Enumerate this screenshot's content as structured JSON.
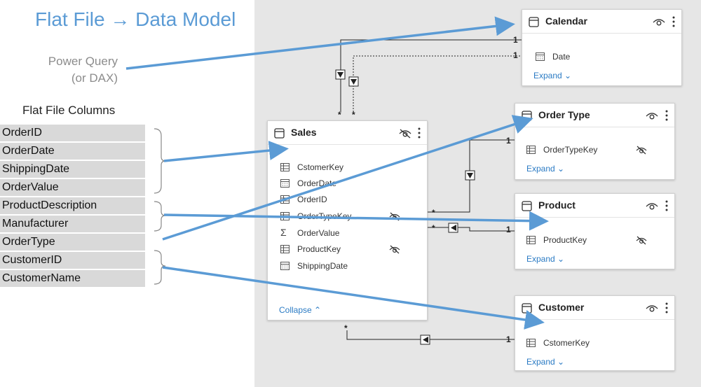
{
  "title": "Flat File → Data Model",
  "power_query": {
    "line1": "Power Query",
    "line2": "(or DAX)"
  },
  "flat_file": {
    "title": "Flat File Columns",
    "columns": [
      "OrderID",
      "OrderDate",
      "ShippingDate",
      "OrderValue",
      "ProductDescription",
      "Manufacturer",
      "OrderType",
      "CustomerID",
      "CustomerName"
    ]
  },
  "tables": {
    "calendar": {
      "name": "Calendar",
      "fields": [
        "Date"
      ],
      "toggle": "Expand"
    },
    "order_type": {
      "name": "Order Type",
      "fields": [
        "OrderTypeKey"
      ],
      "toggle": "Expand"
    },
    "product": {
      "name": "Product",
      "fields": [
        "ProductKey"
      ],
      "toggle": "Expand"
    },
    "customer": {
      "name": "Customer",
      "fields": [
        "CstomerKey"
      ],
      "toggle": "Expand"
    },
    "sales": {
      "name": "Sales",
      "fields": [
        "CstomerKey",
        "OrderDate",
        "OrderID",
        "OrderTypeKey",
        "OrderValue",
        "ProductKey",
        "ShippingDate"
      ],
      "toggle": "Collapse"
    }
  },
  "relationships": {
    "one": "1",
    "many": "*"
  },
  "colors": {
    "arrow": "#5b9bd5",
    "canvas": "#e6e6e6",
    "link": "#2b7bc4",
    "title": "#5b9bd5"
  }
}
